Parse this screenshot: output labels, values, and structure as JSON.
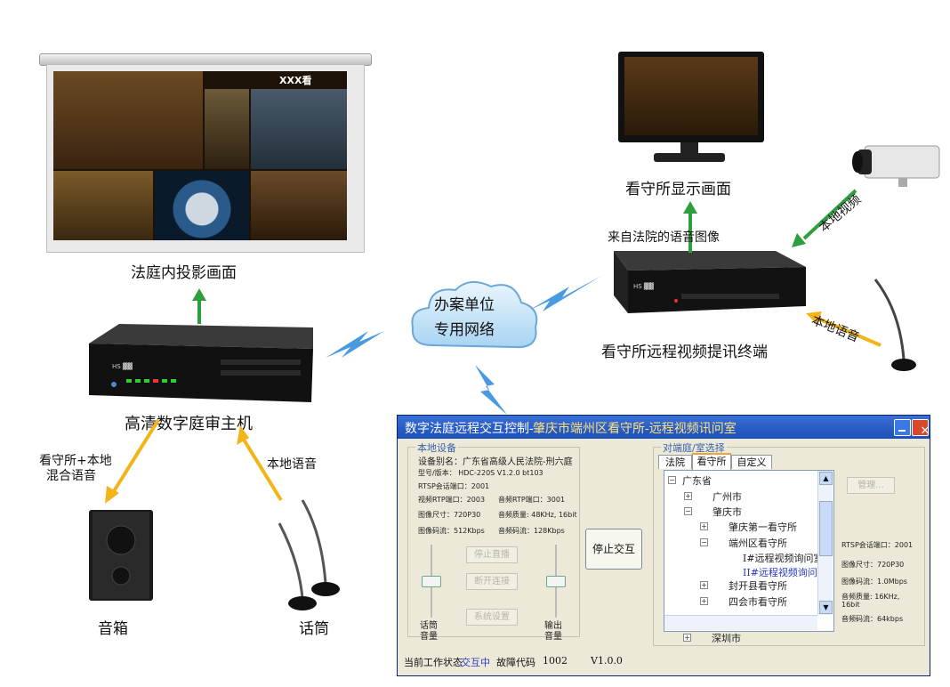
{
  "labels": {
    "projector": "法庭内投影画面",
    "screen_title": "XXX看",
    "monitor": "看守所显示画面",
    "from_court": "来自法院的语音图像",
    "local_video": "本地视频",
    "local_audio_right": "本地语音",
    "terminal": "看守所远程视频提讯终端",
    "cloud_line1": "办案单位",
    "cloud_line2": "专用网络",
    "host": "高清数字庭审主机",
    "mix_line1": "看守所+本地",
    "mix_line2": "混合语音",
    "local_audio_left": "本地语音",
    "speaker": "音箱",
    "mic": "话筒"
  },
  "window": {
    "title_prefix": "数字法庭远程交互控制-",
    "title_location": "肇庆市端州区看守所-远程视频讯问室",
    "local_group": "本地设备",
    "device_alias": "设备别名：广东省高级人民法院-刑六庭",
    "model": "型号/版本： HDC-220S V1.2.0 bt103",
    "rtsp_port": "RTSP会话端口：2001",
    "video_rtp": "视频RTP端口：2003",
    "audio_rtp": "音频RTP端口：3001",
    "img_size": "图像尺寸：720P30",
    "audio_quality": "音频质量: 48KHz, 16bit",
    "img_rate": "图像码流：512Kbps",
    "audio_rate": "音频码流：128Kbps",
    "btn_live": "停止直播",
    "btn_disconnect": "断开连接",
    "btn_settings": "系统设置",
    "btn_stop": "停止交互",
    "mic_vol_1": "话筒",
    "mic_vol_2": "音量",
    "out_vol_1": "输出",
    "out_vol_2": "音量",
    "remote_group": "对端庭/室选择",
    "tabs": [
      "法院",
      "看守所",
      "自定义"
    ],
    "tree": [
      "广东省",
      "广州市",
      "肇庆市",
      "肇庆第一看守所",
      "端州区看守所",
      "I#远程视频询问室",
      "II#远程视频询问",
      "封开县看守所",
      "四会市看守所",
      "深圳市"
    ],
    "btn_manage": "管理...",
    "r_rtsp": "RTSP会话端口：2001",
    "r_img_size": "图像尺寸：720P30",
    "r_img_rate": "图像码流：1.0Mbps",
    "r_audio_quality_1": "音频质量: 16KHz,",
    "r_audio_quality_2": "16bit",
    "r_audio_rate": "音频码流：64kbps",
    "status_label": "当前工作状态",
    "status_value": "交互中",
    "fault_label": "故障代码",
    "fault_code": "1002",
    "version": "V1.0.0"
  },
  "colors": {
    "arrow_green": "#2e9e3e",
    "arrow_orange": "#f2b418",
    "lightning": "#3a8fd8",
    "title_blue": "#1c4fb8",
    "cloud": "#cfe8f8"
  }
}
